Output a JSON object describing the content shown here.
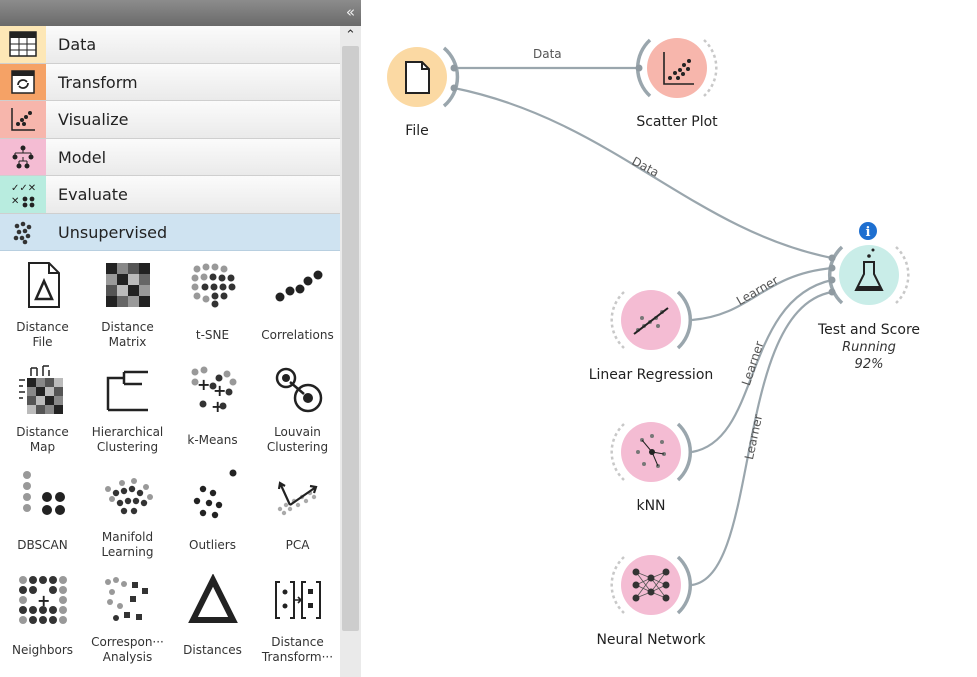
{
  "toolbox": {
    "collapse_glyph": "«",
    "scroll_up_glyph": "⌃",
    "categories": [
      {
        "label": "Data",
        "color": "#fde7b6"
      },
      {
        "label": "Transform",
        "color": "#f5a266"
      },
      {
        "label": "Visualize",
        "color": "#f7b6ac"
      },
      {
        "label": "Model",
        "color": "#f4bcd3"
      },
      {
        "label": "Evaluate",
        "color": "#b8ecdf"
      },
      {
        "label": "Unsupervised",
        "color": "#cfe3f1"
      }
    ],
    "widgets": [
      {
        "line1": "Distance",
        "line2": "File",
        "icon": "distance-file-icon"
      },
      {
        "line1": "Distance",
        "line2": "Matrix",
        "icon": "distance-matrix-icon"
      },
      {
        "line1": "t-SNE",
        "line2": "",
        "icon": "tsne-icon"
      },
      {
        "line1": "Correlations",
        "line2": "",
        "icon": "correlations-icon"
      },
      {
        "line1": "Distance",
        "line2": "Map",
        "icon": "distance-map-icon"
      },
      {
        "line1": "Hierarchical",
        "line2": "Clustering",
        "icon": "hierarchical-clustering-icon"
      },
      {
        "line1": "k-Means",
        "line2": "",
        "icon": "kmeans-icon"
      },
      {
        "line1": "Louvain",
        "line2": "Clustering",
        "icon": "louvain-icon"
      },
      {
        "line1": "DBSCAN",
        "line2": "",
        "icon": "dbscan-icon"
      },
      {
        "line1": "Manifold",
        "line2": "Learning",
        "icon": "manifold-icon"
      },
      {
        "line1": "Outliers",
        "line2": "",
        "icon": "outliers-icon"
      },
      {
        "line1": "PCA",
        "line2": "",
        "icon": "pca-icon"
      },
      {
        "line1": "Neighbors",
        "line2": "",
        "icon": "neighbors-icon"
      },
      {
        "line1": "Correspon···",
        "line2": "Analysis",
        "icon": "correspondence-icon"
      },
      {
        "line1": "Distances",
        "line2": "",
        "icon": "distances-icon"
      },
      {
        "line1": "Distance",
        "line2": "Transform···",
        "icon": "distance-transform-icon"
      }
    ]
  },
  "canvas": {
    "nodes": {
      "file": {
        "label": "File",
        "color": "#fbd9a3"
      },
      "scatter": {
        "label": "Scatter Plot",
        "color": "#f7b6ac"
      },
      "linreg": {
        "label": "Linear Regression",
        "color": "#f4bcd3"
      },
      "knn": {
        "label": "kNN",
        "color": "#f4bcd3"
      },
      "nn": {
        "label": "Neural Network",
        "color": "#f4bcd3"
      },
      "test": {
        "label": "Test and Score",
        "status": "Running",
        "progress_text": "92%",
        "progress": 0.92,
        "color": "#c9ede8",
        "info_glyph": "i"
      }
    },
    "links": {
      "file_scatter": "Data",
      "file_test": "Data",
      "linreg_test": "Learner",
      "knn_test": "Learner",
      "nn_test": "Learner"
    }
  }
}
